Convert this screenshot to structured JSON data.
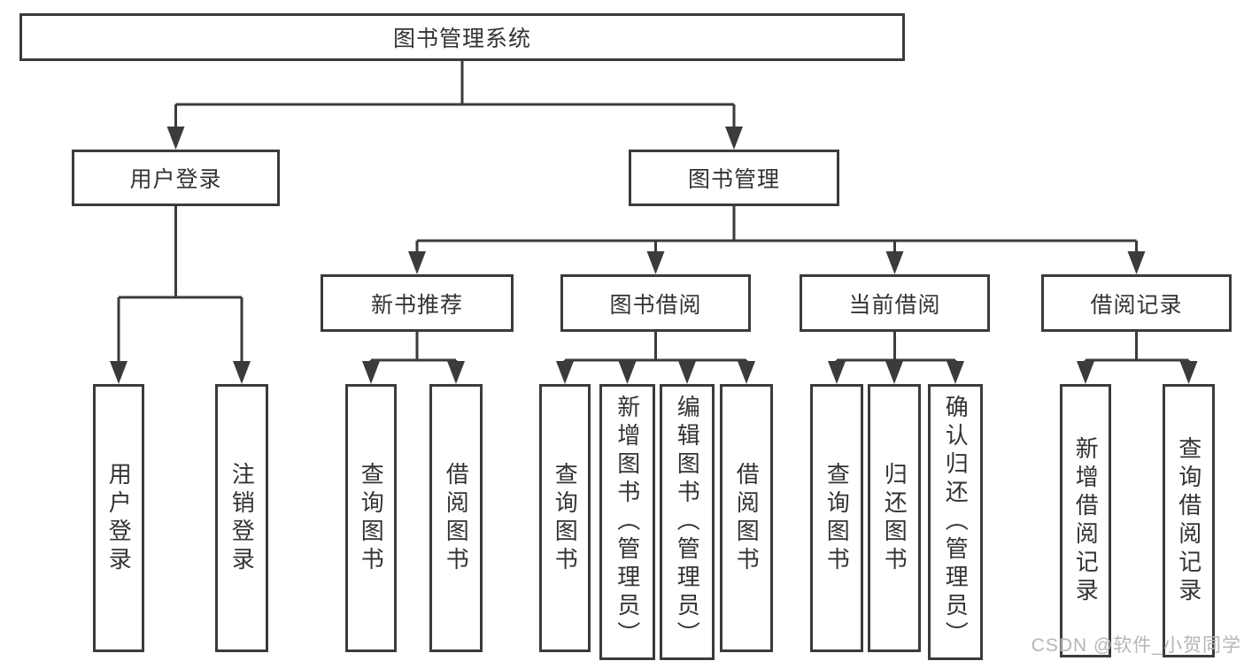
{
  "diagram_title": "图书管理系统",
  "tree": {
    "root": {
      "label": "图书管理系统"
    },
    "branches": [
      {
        "label": "用户登录",
        "children": [
          {
            "label": "用户登录"
          },
          {
            "label": "注销登录"
          }
        ]
      },
      {
        "label": "图书管理",
        "children": [
          {
            "label": "新书推荐",
            "children": [
              {
                "label": "查询图书"
              },
              {
                "label": "借阅图书"
              }
            ]
          },
          {
            "label": "图书借阅",
            "children": [
              {
                "label": "查询图书"
              },
              {
                "label": "新增图书（管理员）"
              },
              {
                "label": "编辑图书（管理员）"
              },
              {
                "label": "借阅图书"
              }
            ]
          },
          {
            "label": "当前借阅",
            "children": [
              {
                "label": "查询图书"
              },
              {
                "label": "归还图书"
              },
              {
                "label": "确认归还（管理员）"
              }
            ]
          },
          {
            "label": "借阅记录",
            "children": [
              {
                "label": "新增借阅记录"
              },
              {
                "label": "查询借阅记录"
              }
            ]
          }
        ]
      }
    ]
  },
  "watermark": {
    "text": "CSDN @软件_小贺同学"
  },
  "colors": {
    "line": "#3b3b3b",
    "box_border": "#3b3b3b",
    "text": "#333333",
    "watermark": "#b5b6ba",
    "background": "#ffffff"
  }
}
